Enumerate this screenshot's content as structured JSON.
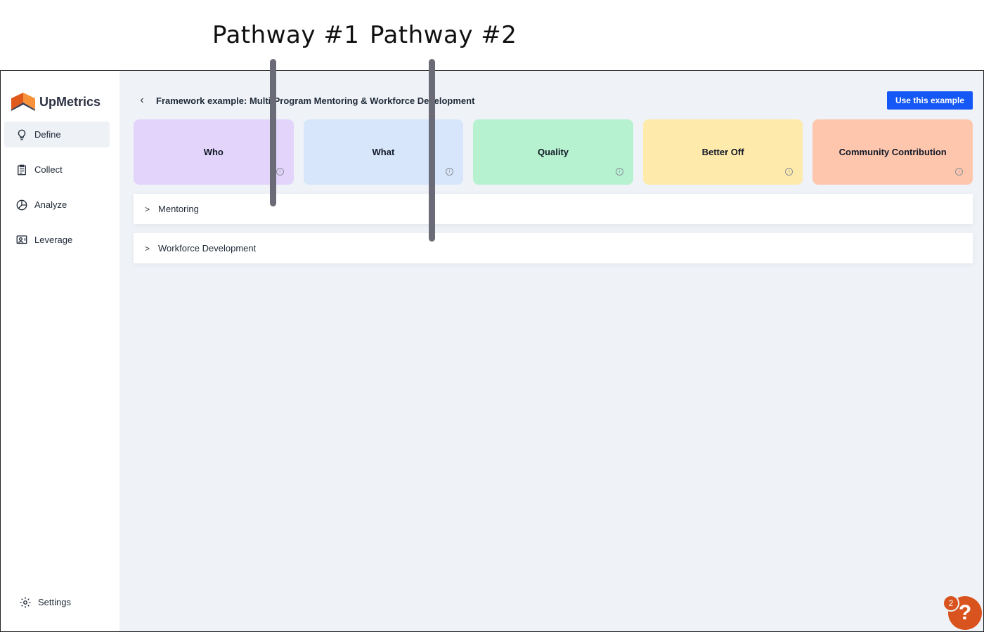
{
  "annotations": {
    "pathway1": "Pathway #1",
    "pathway2": "Pathway #2"
  },
  "brand": {
    "name": "UpMetrics",
    "colors": {
      "logo_dark": "#e05a1e",
      "logo_light": "#f7923a"
    }
  },
  "sidebar": {
    "items": [
      {
        "label": "Define",
        "icon": "lightbulb-icon",
        "active": true
      },
      {
        "label": "Collect",
        "icon": "clipboard-icon"
      },
      {
        "label": "Analyze",
        "icon": "pie-chart-icon"
      },
      {
        "label": "Leverage",
        "icon": "presentation-icon"
      }
    ],
    "settings_label": "Settings"
  },
  "header": {
    "back_icon": "chevron-left-icon",
    "title": "Framework example: Multi-Program Mentoring & Workforce Development",
    "use_button": "Use this example"
  },
  "cards": [
    {
      "label": "Who",
      "color": "#e3d4fb"
    },
    {
      "label": "What",
      "color": "#d8e6fc"
    },
    {
      "label": "Quality",
      "color": "#b6f2d0"
    },
    {
      "label": "Better Off",
      "color": "#feeaaa"
    },
    {
      "label": "Community Contribution",
      "color": "#fec7ad"
    }
  ],
  "accordions": [
    {
      "label": "Mentoring"
    },
    {
      "label": "Workforce Development"
    }
  ],
  "help": {
    "badge_count": "2",
    "icon": "?"
  }
}
